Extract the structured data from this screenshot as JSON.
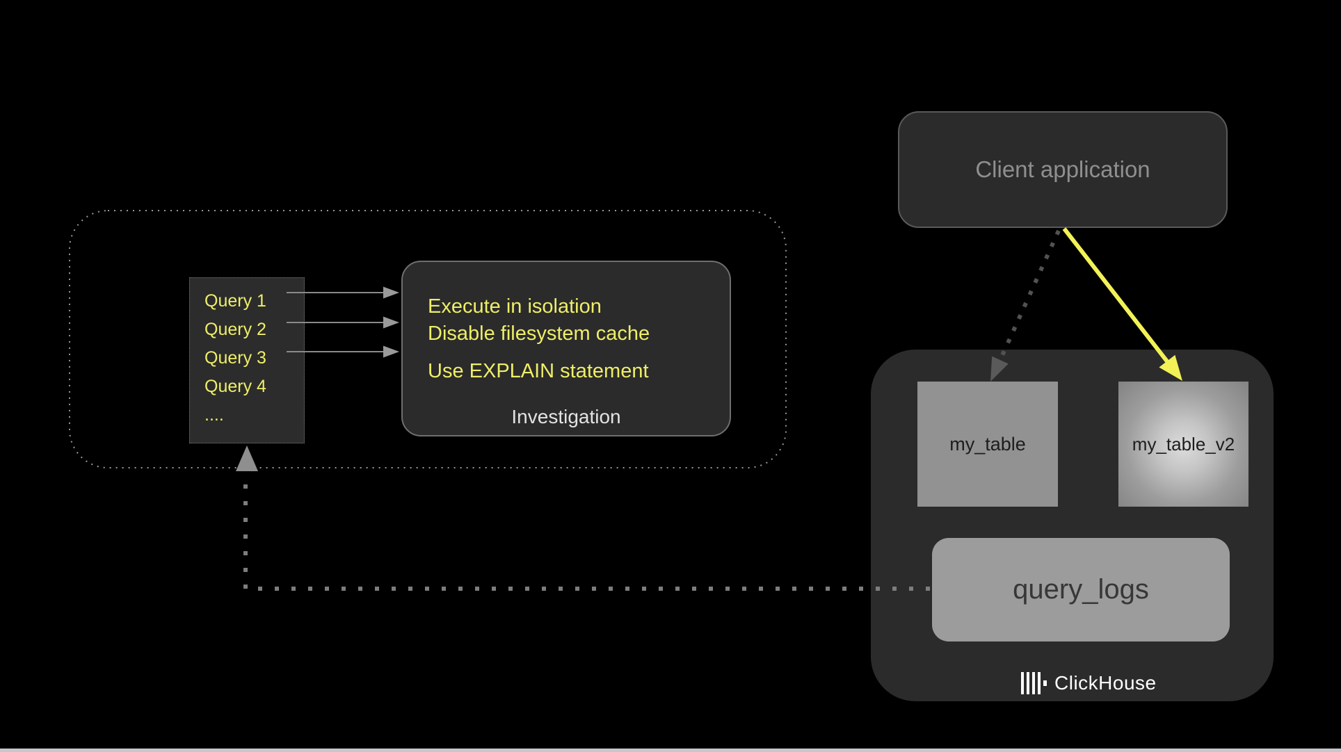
{
  "investigation_group": {
    "queries": {
      "items": [
        "Query 1",
        "Query 2",
        "Query 3",
        "Query 4",
        "...."
      ]
    },
    "investigation": {
      "tips": [
        "Execute in isolation",
        "Disable filesystem cache",
        "Use EXPLAIN statement"
      ],
      "label": "Investigation"
    }
  },
  "client": {
    "label": "Client application"
  },
  "clickhouse": {
    "tables": [
      {
        "label": "my_table"
      },
      {
        "label": "my_table_v2"
      }
    ],
    "query_logs": {
      "label": "query_logs"
    },
    "brand": "ClickHouse"
  },
  "colors": {
    "background": "#000000",
    "panel_dark": "#2b2b2b",
    "accent_yellow_text": "#eeee68",
    "arrow_yellow": "#f2f257",
    "table_gray": "#929292",
    "query_logs_gray": "#9c9c9c",
    "muted_text": "#8f8f8f",
    "dotted_gray": "#7d7d7d",
    "bottom_strip": "#c8c8cc"
  }
}
